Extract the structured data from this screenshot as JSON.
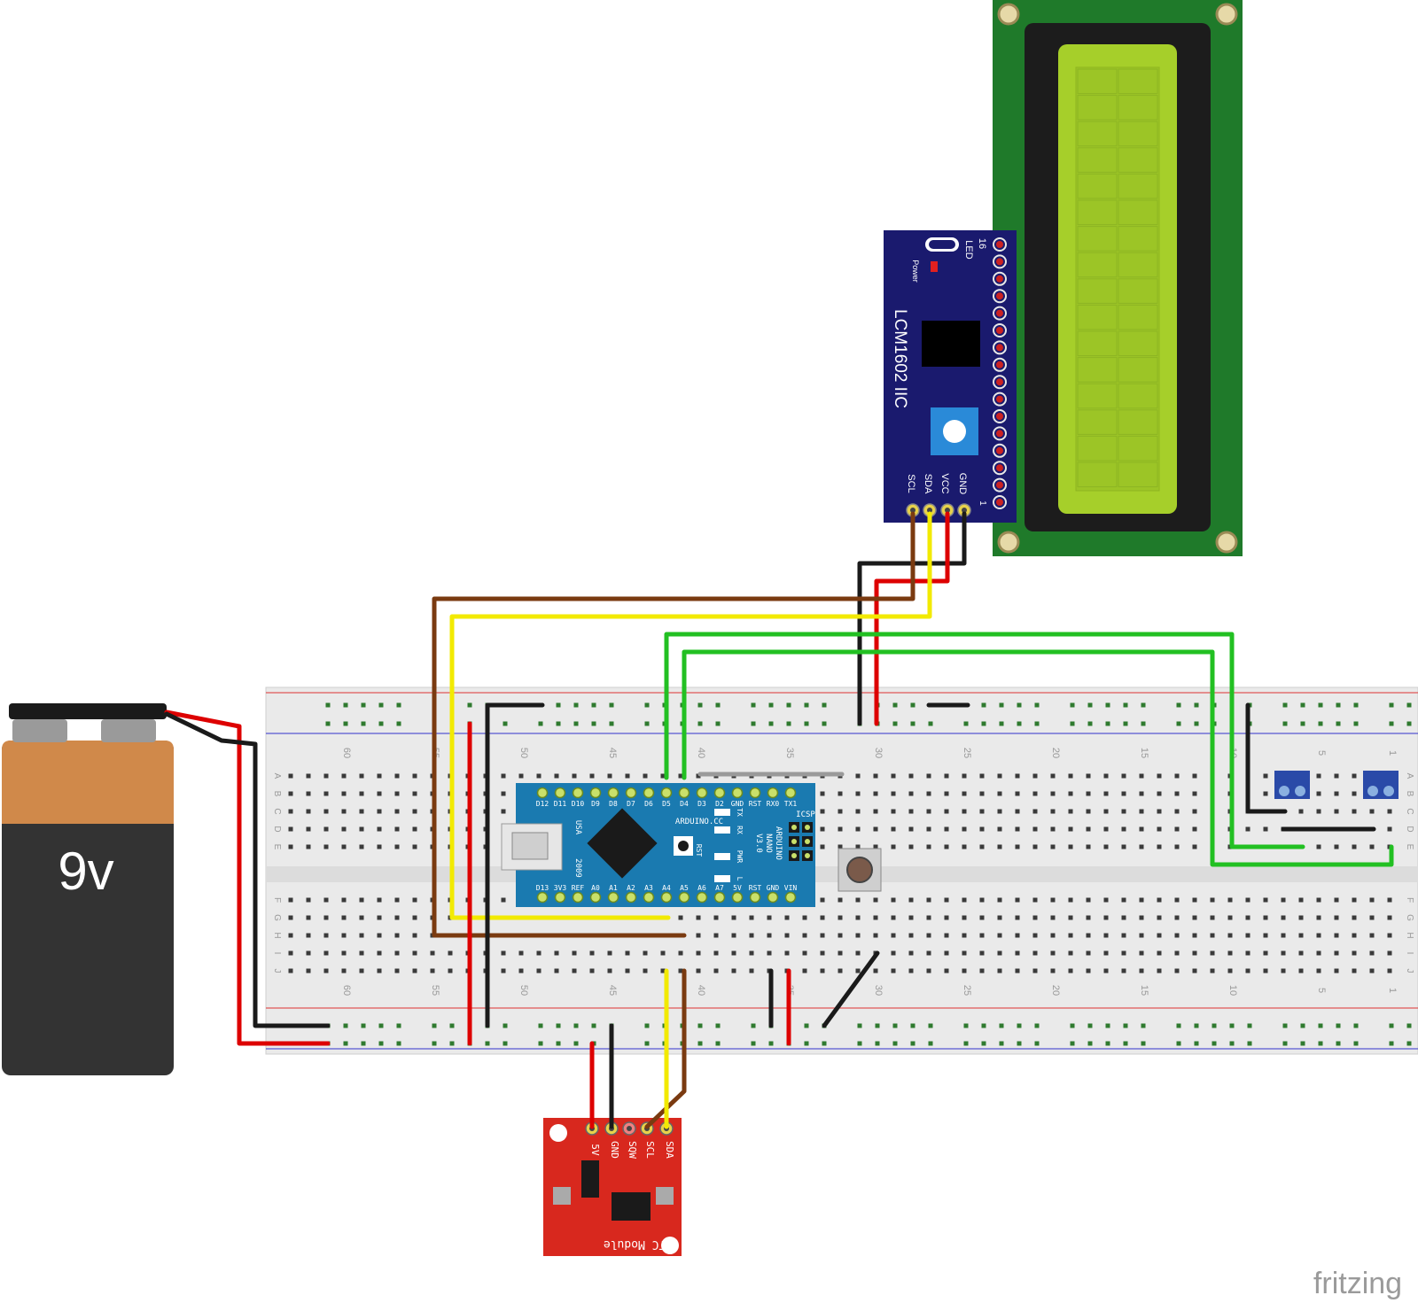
{
  "battery": {
    "label": "9v"
  },
  "lcd_backpack": {
    "title": "LCM1602 IIC",
    "pin_labels": [
      "GND",
      "VCC",
      "SDA",
      "SCL"
    ],
    "led_label": "LED",
    "power_label": "Power",
    "pin16_label": "16",
    "pin1_label": "1"
  },
  "nano": {
    "top_pins": [
      "D12",
      "D11",
      "D10",
      "D9",
      "D8",
      "D7",
      "D6",
      "D5",
      "D4",
      "D3",
      "D2",
      "GND",
      "RST",
      "RX0",
      "TX1"
    ],
    "bottom_pins": [
      "D13",
      "3V3",
      "REF",
      "A0",
      "A1",
      "A2",
      "A3",
      "A4",
      "A5",
      "A6",
      "A7",
      "5V",
      "RST",
      "GND",
      "VIN"
    ],
    "brand": "ARDUINO.CC",
    "model_lines": [
      "ARDUINO",
      "NANO",
      "V3.0"
    ],
    "icsp": "ICSP",
    "usa": "USA",
    "year": "2009",
    "rst": "RST",
    "led_labels": [
      "TX",
      "RX",
      "PWR",
      "L"
    ]
  },
  "rtc": {
    "pin_labels": [
      "5V",
      "GND",
      "SQW",
      "SCL",
      "SDA"
    ],
    "title": "RTC Module"
  },
  "breadboard": {
    "column_numbers_top": [
      "60",
      "55",
      "50",
      "45",
      "40",
      "35",
      "30",
      "25",
      "20",
      "15",
      "10",
      "5",
      "1"
    ],
    "column_numbers_bottom": [
      "60",
      "55",
      "50",
      "45",
      "40",
      "35",
      "30",
      "25",
      "20",
      "15",
      "10",
      "5",
      "1"
    ],
    "row_letters_top": [
      "A",
      "B",
      "C",
      "D",
      "E"
    ],
    "row_letters_bottom": [
      "F",
      "G",
      "H",
      "I",
      "J"
    ]
  },
  "watermark": "fritzing",
  "colors": {
    "wire_red": "#dd0000",
    "wire_black": "#1a1a1a",
    "wire_brown": "#7a3a10",
    "wire_yellow": "#f2ea00",
    "wire_green": "#22c022",
    "lcd_pcb": "#1f7a2a",
    "lcd_screen": "#a6cf2a",
    "backpack": "#1a1a6e",
    "nano": "#1a7ab0",
    "rtc": "#d8281e",
    "battery_top": "#d0894a",
    "battery_body": "#333333"
  }
}
